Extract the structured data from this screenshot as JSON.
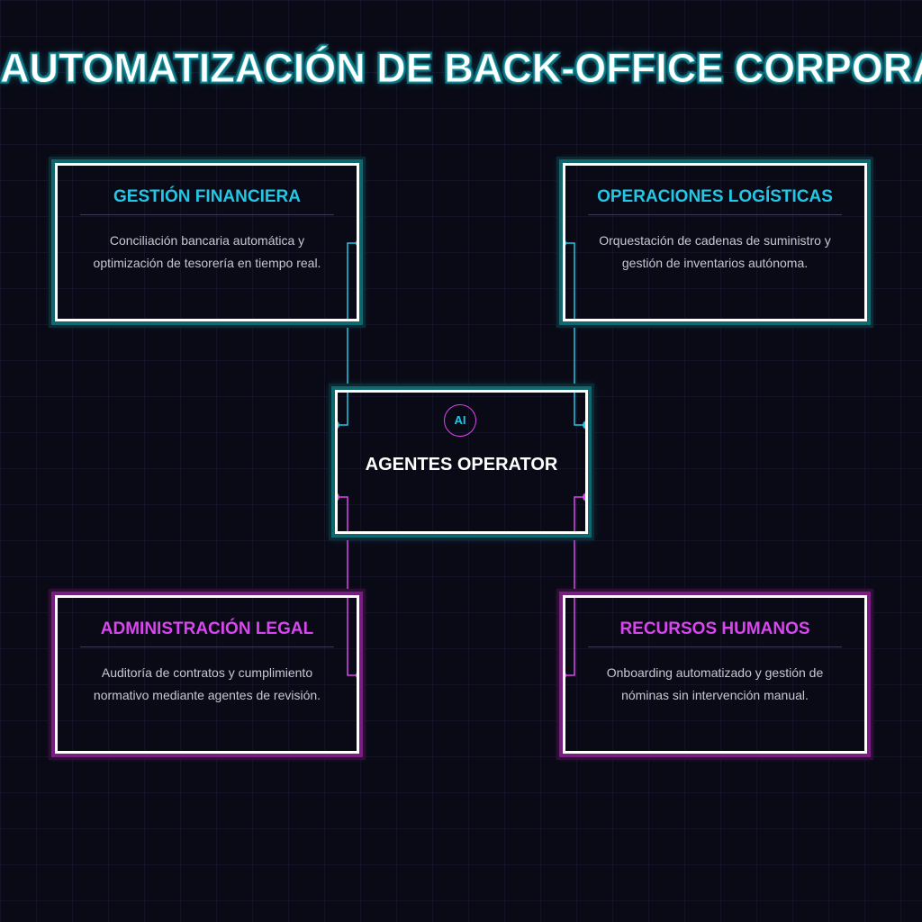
{
  "title": "AUTOMATIZACIÓN DE BACK-OFFICE CORPORATIVO",
  "center": {
    "badge": "AI",
    "label": "AGENTES OPERATOR"
  },
  "cards": {
    "finance": {
      "title": "GESTIÓN FINANCIERA",
      "description": "Conciliación bancaria automática y optimización de tesorería en tiempo real."
    },
    "logistics": {
      "title": "OPERACIONES LOGÍSTICAS",
      "description": "Orquestación de cadenas de suministro y gestión de inventarios autónoma."
    },
    "legal": {
      "title": "ADMINISTRACIÓN LEGAL",
      "description": "Auditoría de contratos y cumplimiento normativo mediante agentes de revisión."
    },
    "hr": {
      "title": "RECURSOS HUMANOS",
      "description": "Onboarding automatizado y gestión de nóminas sin intervención manual."
    }
  },
  "colors": {
    "background": "#0a0a16",
    "cyan_accent": "#22c7e6",
    "magenta_accent": "#d946ef",
    "card_border": "#ffffff",
    "body_text": "#c8c8d4"
  }
}
